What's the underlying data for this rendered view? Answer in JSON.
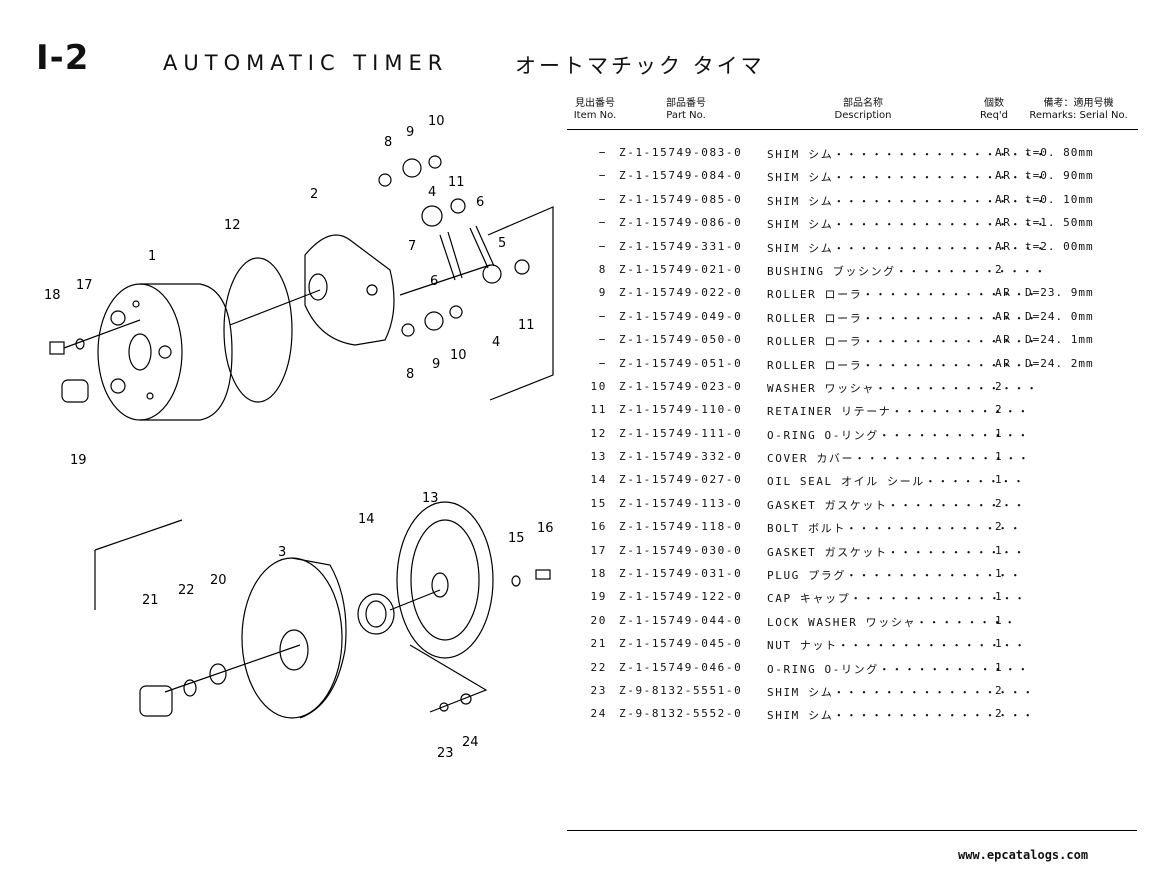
{
  "header": {
    "code": "I-2",
    "title_en": "AUTOMATIC TIMER",
    "title_jp": "オートマチック タイマ"
  },
  "table": {
    "headers": {
      "item_jp": "見出番号",
      "item_en": "Item No.",
      "part_jp": "部品番号",
      "part_en": "Part No.",
      "desc_jp": "部品名称",
      "desc_en": "Description",
      "qty_jp": "個数",
      "qty_en": "Req'd",
      "rem_jp": "備考：適用号機",
      "rem_en": "Remarks: Serial No."
    },
    "rows": [
      {
        "item": "−",
        "part": "Z-1-15749-083-0",
        "desc": "SHIM シム・・・・・・・・・・・・・・・・・",
        "qty": "AR",
        "remark": "t=0. 80mm"
      },
      {
        "item": "−",
        "part": "Z-1-15749-084-0",
        "desc": "SHIM シム・・・・・・・・・・・・・・・・・",
        "qty": "AR",
        "remark": "t=0. 90mm"
      },
      {
        "item": "−",
        "part": "Z-1-15749-085-0",
        "desc": "SHIM シム・・・・・・・・・・・・・・・・・",
        "qty": "AR",
        "remark": "t=0. 10mm"
      },
      {
        "item": "−",
        "part": "Z-1-15749-086-0",
        "desc": "SHIM シム・・・・・・・・・・・・・・・・・",
        "qty": "AR",
        "remark": "t=1. 50mm"
      },
      {
        "item": "−",
        "part": "Z-1-15749-331-0",
        "desc": "SHIM シム・・・・・・・・・・・・・・・・・",
        "qty": "AR",
        "remark": "t=2. 00mm"
      },
      {
        "item": "8",
        "part": "Z-1-15749-021-0",
        "desc": "BUSHING ブッシング・・・・・・・・・・・・",
        "qty": "2",
        "remark": ""
      },
      {
        "item": "9",
        "part": "Z-1-15749-022-0",
        "desc": "ROLLER ローラ・・・・・・・・・・・・・・",
        "qty": "AR",
        "remark": "D=23. 9mm"
      },
      {
        "item": "−",
        "part": "Z-1-15749-049-0",
        "desc": "ROLLER ローラ・・・・・・・・・・・・・・",
        "qty": "AR",
        "remark": "D=24. 0mm"
      },
      {
        "item": "−",
        "part": "Z-1-15749-050-0",
        "desc": "ROLLER ローラ・・・・・・・・・・・・・・",
        "qty": "AR",
        "remark": "D=24. 1mm"
      },
      {
        "item": "−",
        "part": "Z-1-15749-051-0",
        "desc": "ROLLER ローラ・・・・・・・・・・・・・・",
        "qty": "AR",
        "remark": "D=24. 2mm"
      },
      {
        "item": "10",
        "part": "Z-1-15749-023-0",
        "desc": "WASHER ワッシャ・・・・・・・・・・・・・",
        "qty": "2",
        "remark": ""
      },
      {
        "item": "11",
        "part": "Z-1-15749-110-0",
        "desc": "RETAINER リテーナ・・・・・・・・・・・",
        "qty": "2",
        "remark": ""
      },
      {
        "item": "12",
        "part": "Z-1-15749-111-0",
        "desc": "O-RING O-リング・・・・・・・・・・・・",
        "qty": "1",
        "remark": ""
      },
      {
        "item": "13",
        "part": "Z-1-15749-332-0",
        "desc": "COVER カバー・・・・・・・・・・・・・・",
        "qty": "1",
        "remark": ""
      },
      {
        "item": "14",
        "part": "Z-1-15749-027-0",
        "desc": "OIL SEAL オイル シール・・・・・・・・",
        "qty": "1",
        "remark": ""
      },
      {
        "item": "15",
        "part": "Z-1-15749-113-0",
        "desc": "GASKET ガスケット・・・・・・・・・・・",
        "qty": "2",
        "remark": ""
      },
      {
        "item": "16",
        "part": "Z-1-15749-118-0",
        "desc": "BOLT ボルト・・・・・・・・・・・・・・",
        "qty": "2",
        "remark": ""
      },
      {
        "item": "17",
        "part": "Z-1-15749-030-0",
        "desc": "GASKET ガスケット・・・・・・・・・・・",
        "qty": "1",
        "remark": ""
      },
      {
        "item": "18",
        "part": "Z-1-15749-031-0",
        "desc": "PLUG プラグ・・・・・・・・・・・・・・",
        "qty": "1",
        "remark": ""
      },
      {
        "item": "19",
        "part": "Z-1-15749-122-0",
        "desc": "CAP キャップ・・・・・・・・・・・・・・",
        "qty": "1",
        "remark": ""
      },
      {
        "item": "20",
        "part": "Z-1-15749-044-0",
        "desc": "LOCK WASHER ワッシャ・・・・・・・・",
        "qty": "1",
        "remark": ""
      },
      {
        "item": "21",
        "part": "Z-1-15749-045-0",
        "desc": "NUT ナット・・・・・・・・・・・・・・・",
        "qty": "1",
        "remark": ""
      },
      {
        "item": "22",
        "part": "Z-1-15749-046-0",
        "desc": "O-RING O-リング・・・・・・・・・・・・",
        "qty": "1",
        "remark": ""
      },
      {
        "item": "23",
        "part": "Z-9-8132-5551-0",
        "desc": "SHIM シム・・・・・・・・・・・・・・・・",
        "qty": "2",
        "remark": ""
      },
      {
        "item": "24",
        "part": "Z-9-8132-5552-0",
        "desc": "SHIM シム・・・・・・・・・・・・・・・・",
        "qty": "2",
        "remark": ""
      }
    ]
  },
  "diagram": {
    "callouts": [
      "1",
      "2",
      "3",
      "4",
      "4",
      "5",
      "6",
      "6",
      "7",
      "8",
      "8",
      "9",
      "9",
      "10",
      "10",
      "11",
      "11",
      "12",
      "13",
      "14",
      "15",
      "16",
      "17",
      "18",
      "19",
      "20",
      "21",
      "22",
      "23",
      "24"
    ]
  },
  "footer": {
    "url": "www.epcatalogs.com"
  }
}
